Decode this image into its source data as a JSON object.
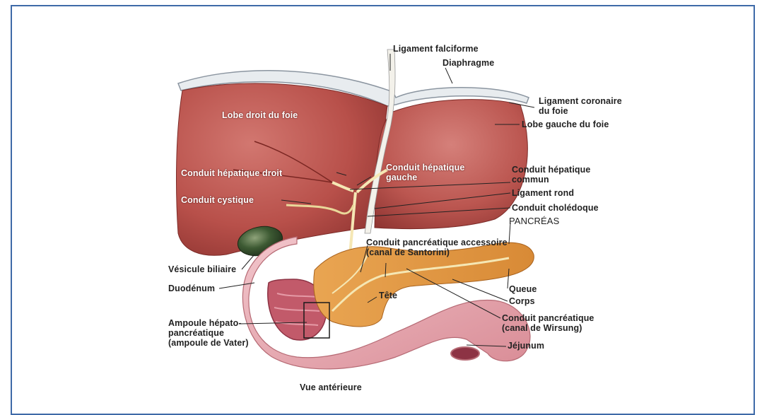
{
  "labels": {
    "ligament_falciforme": "Ligament falciforme",
    "diaphragme": "Diaphragme",
    "ligament_coronaire_1": "Ligament coronaire",
    "ligament_coronaire_2": "du foie",
    "lobe_gauche": "Lobe gauche du foie",
    "lobe_droit": "Lobe droit du foie",
    "conduit_hep_droit": "Conduit hépatique droit",
    "conduit_hep_gauche_1": "Conduit hépatique",
    "conduit_hep_gauche_2": "gauche",
    "conduit_cystique": "Conduit cystique",
    "conduit_hep_commun_1": "Conduit hépatique",
    "conduit_hep_commun_2": "commun",
    "ligament_rond": "Ligament rond",
    "conduit_choledoque": "Conduit cholédoque",
    "pancreas": "PANCRÉAS",
    "conduit_pancr_acc_1": "Conduit pancréatique accessoire",
    "conduit_pancr_acc_2": "(canal de Santorini)",
    "vesicule": "Vésicule biliaire",
    "duodenum": "Duodénum",
    "tete": "Tête",
    "queue": "Queue",
    "corps": "Corps",
    "conduit_pancr_1": "Conduit pancréatique",
    "conduit_pancr_2": "(canal de Wirsung)",
    "ampoule_1": "Ampoule hépato-",
    "ampoule_2": "pancréatique",
    "ampoule_3": "(ampoule de Vater)",
    "jejunum": "Jéjunum",
    "vue": "Vue antérieure"
  },
  "colors": {
    "frame_border": "#3e6aa8",
    "liver": "#b8504a",
    "liver_light": "#cc6a62",
    "diaphragm": "#e8ecef",
    "gallbladder": "#2f4a2a",
    "duodenum": "#e9b2b8",
    "pancreas": "#e2a04a",
    "duct": "#f5e7b4",
    "label": "#222222"
  }
}
